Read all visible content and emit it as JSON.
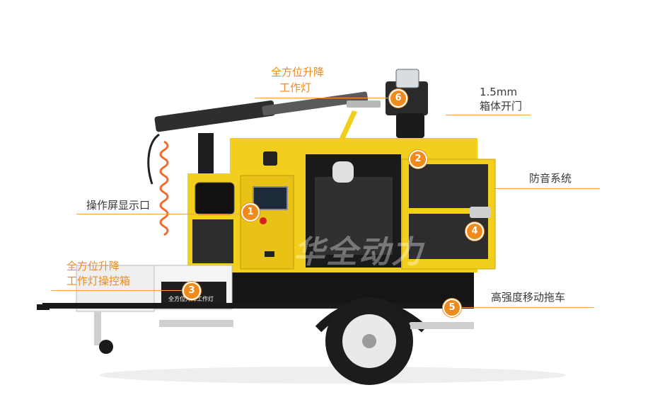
{
  "callouts": [
    {
      "number": "1",
      "text": "操作屏显示口"
    },
    {
      "number": "2",
      "text_line1": "1.5mm",
      "text_line2": "箱体开门"
    },
    {
      "number": "3",
      "text_line1": "全方位升降",
      "text_line2": "工作灯操控箱"
    },
    {
      "number": "4",
      "text": "防音系统"
    },
    {
      "number": "5",
      "text": "高强度移动拖车"
    },
    {
      "number": "6",
      "text_line1": "全方位升降",
      "text_line2": "工作灯"
    }
  ],
  "watermark": "华全动力",
  "control_box_label": "全方位升降工作灯",
  "colors": {
    "accent": "#f08a1c",
    "body_yellow": "#f2cf1c",
    "frame_black": "#151515"
  }
}
